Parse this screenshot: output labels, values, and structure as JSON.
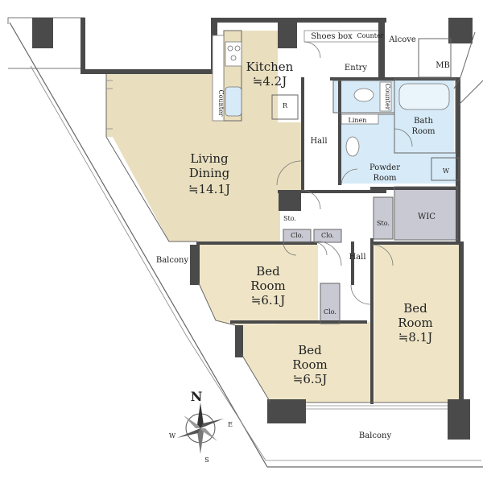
{
  "rooms": {
    "kitchen": {
      "name": "Kitchen",
      "size": "≒4.2J"
    },
    "living": {
      "name1": "Living",
      "name2": "Dining",
      "size": "≒14.1J"
    },
    "bed_left": {
      "name1": "Bed",
      "name2": "Room",
      "size": "≒6.1J"
    },
    "bed_bottom": {
      "name1": "Bed",
      "name2": "Room",
      "size": "≒6.5J"
    },
    "bed_right": {
      "name1": "Bed",
      "name2": "Room",
      "size": "≒8.1J"
    },
    "bath": {
      "name1": "Bath",
      "name2": "Room"
    },
    "powder": {
      "name1": "Powder",
      "name2": "Room"
    }
  },
  "labels": {
    "shoes_box": "Shoes box",
    "counter_top": "Counter",
    "counter_kitchen": "Counter",
    "counter_toilet": "Counter",
    "alcove": "Alcove",
    "mb": "MB",
    "entry": "Entry",
    "hall_upper": "Hall",
    "hall_lower": "Hall",
    "linen": "Linen",
    "w": "W",
    "wic": "WIC",
    "sto_left": "Sto.",
    "sto_right": "Sto.",
    "clo_1": "Clo.",
    "clo_2": "Clo.",
    "clo_3": "Clo.",
    "refrigerator": "R",
    "balcony_west": "Balcony",
    "balcony_south": "Balcony"
  },
  "compass": {
    "n": "N",
    "e": "E",
    "s": "S",
    "w": "W"
  },
  "colors": {
    "wall": "#4a4a4a",
    "living_floor": "#e9dfbf",
    "bedroom_floor": "#efe5c6",
    "wet_area": "#d7eaf7",
    "hall_floor": "#ffffff",
    "storage": "#c9c9d3",
    "outline": "#666666"
  }
}
